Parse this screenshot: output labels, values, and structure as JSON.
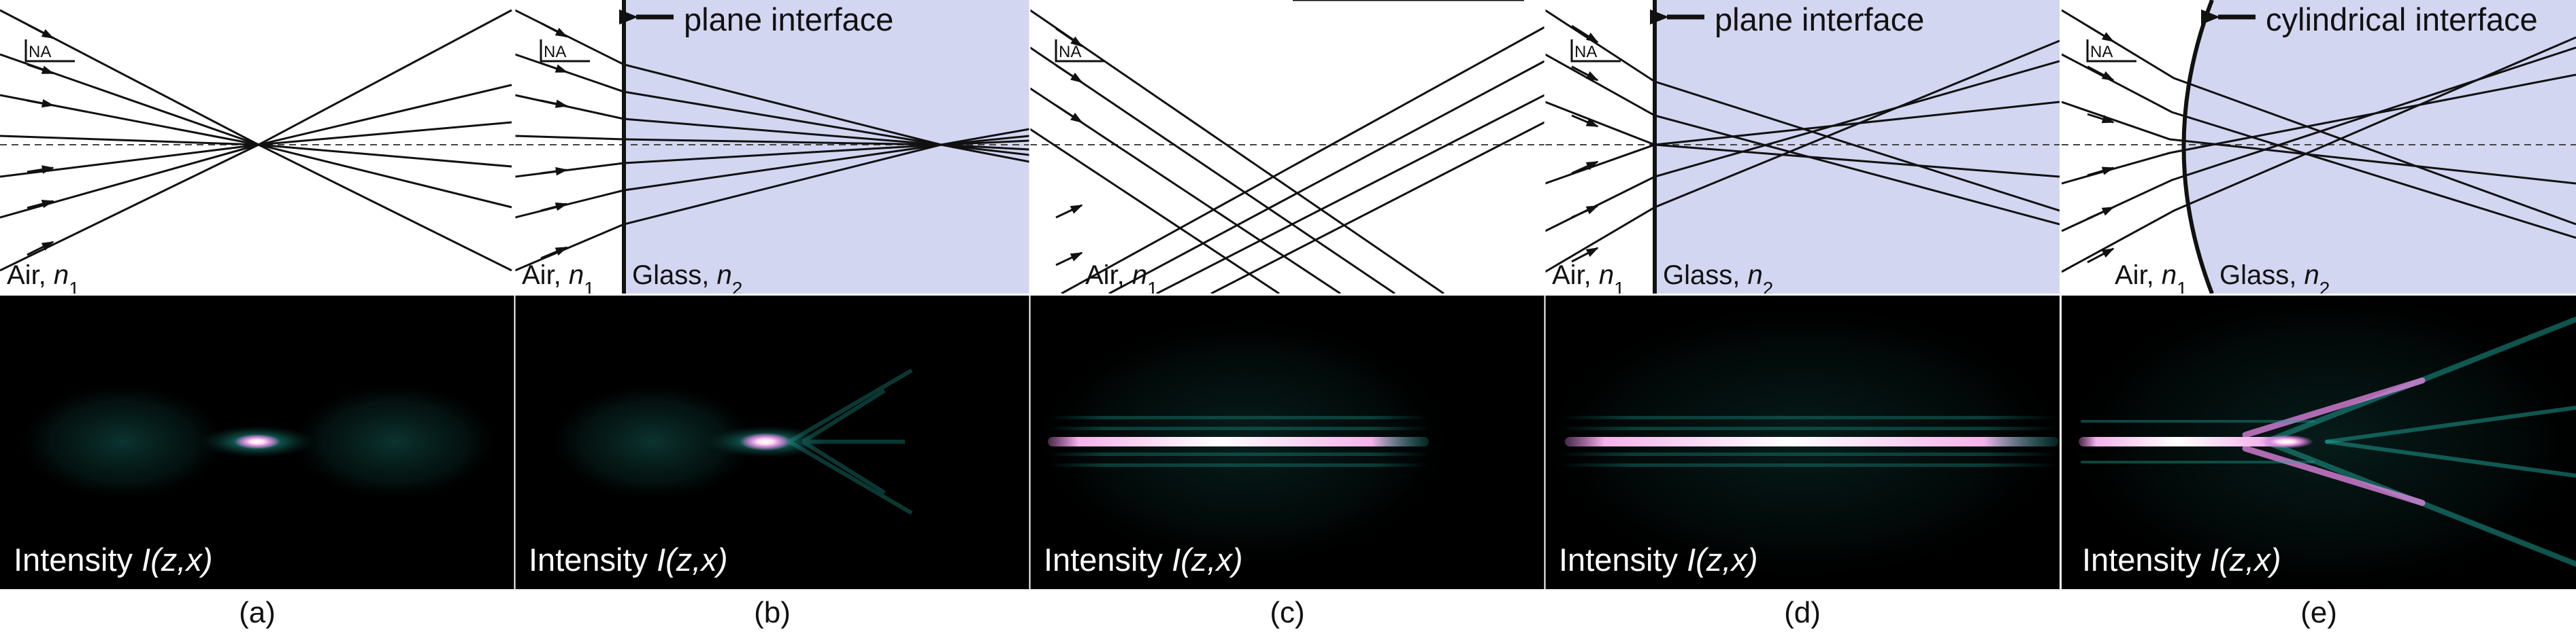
{
  "colors": {
    "glass": "#d3d6f1",
    "intensity_background": "#000000",
    "intensity_core": "#ffffff",
    "intensity_mid": "#e887e6",
    "intensity_halo": "#1fa79a"
  },
  "panels": [
    {
      "caption": "(a)",
      "interface_label": "",
      "interface_type": "none",
      "na_label": "NA",
      "medium1_label": "Air, ",
      "medium1_index": "n",
      "medium1_sub": "1",
      "medium2_label": "",
      "medium2_index": "",
      "medium2_sub": "",
      "intensity_label": "Intensity ",
      "intensity_func": "I(z,x)"
    },
    {
      "caption": "(b)",
      "interface_label": "plane interface",
      "interface_type": "plane",
      "na_label": "NA",
      "medium1_label": "Air, ",
      "medium1_index": "n",
      "medium1_sub": "1",
      "medium2_label": "Glass, ",
      "medium2_index": "n",
      "medium2_sub": "2",
      "intensity_label": "Intensity ",
      "intensity_func": "I(z,x)"
    },
    {
      "caption": "(c)",
      "interface_label": "",
      "interface_type": "none",
      "na_label": "NA",
      "medium1_label": "Air, ",
      "medium1_index": "n",
      "medium1_sub": "1",
      "medium2_label": "",
      "medium2_index": "",
      "medium2_sub": "",
      "intensity_label": "Intensity ",
      "intensity_func": "I(z,x)"
    },
    {
      "caption": "(d)",
      "interface_label": "plane interface",
      "interface_type": "plane",
      "na_label": "NA",
      "medium1_label": "Air, ",
      "medium1_index": "n",
      "medium1_sub": "1",
      "medium2_label": "Glass, ",
      "medium2_index": "n",
      "medium2_sub": "2",
      "intensity_label": "Intensity ",
      "intensity_func": "I(z,x)"
    },
    {
      "caption": "(e)",
      "interface_label": "cylindrical interface",
      "interface_type": "cylindrical",
      "na_label": "NA",
      "medium1_label": "Air, ",
      "medium1_index": "n",
      "medium1_sub": "1",
      "medium2_label": "Glass, ",
      "medium2_index": "n",
      "medium2_sub": "2",
      "intensity_label": "Intensity ",
      "intensity_func": "I(z,x)"
    }
  ]
}
